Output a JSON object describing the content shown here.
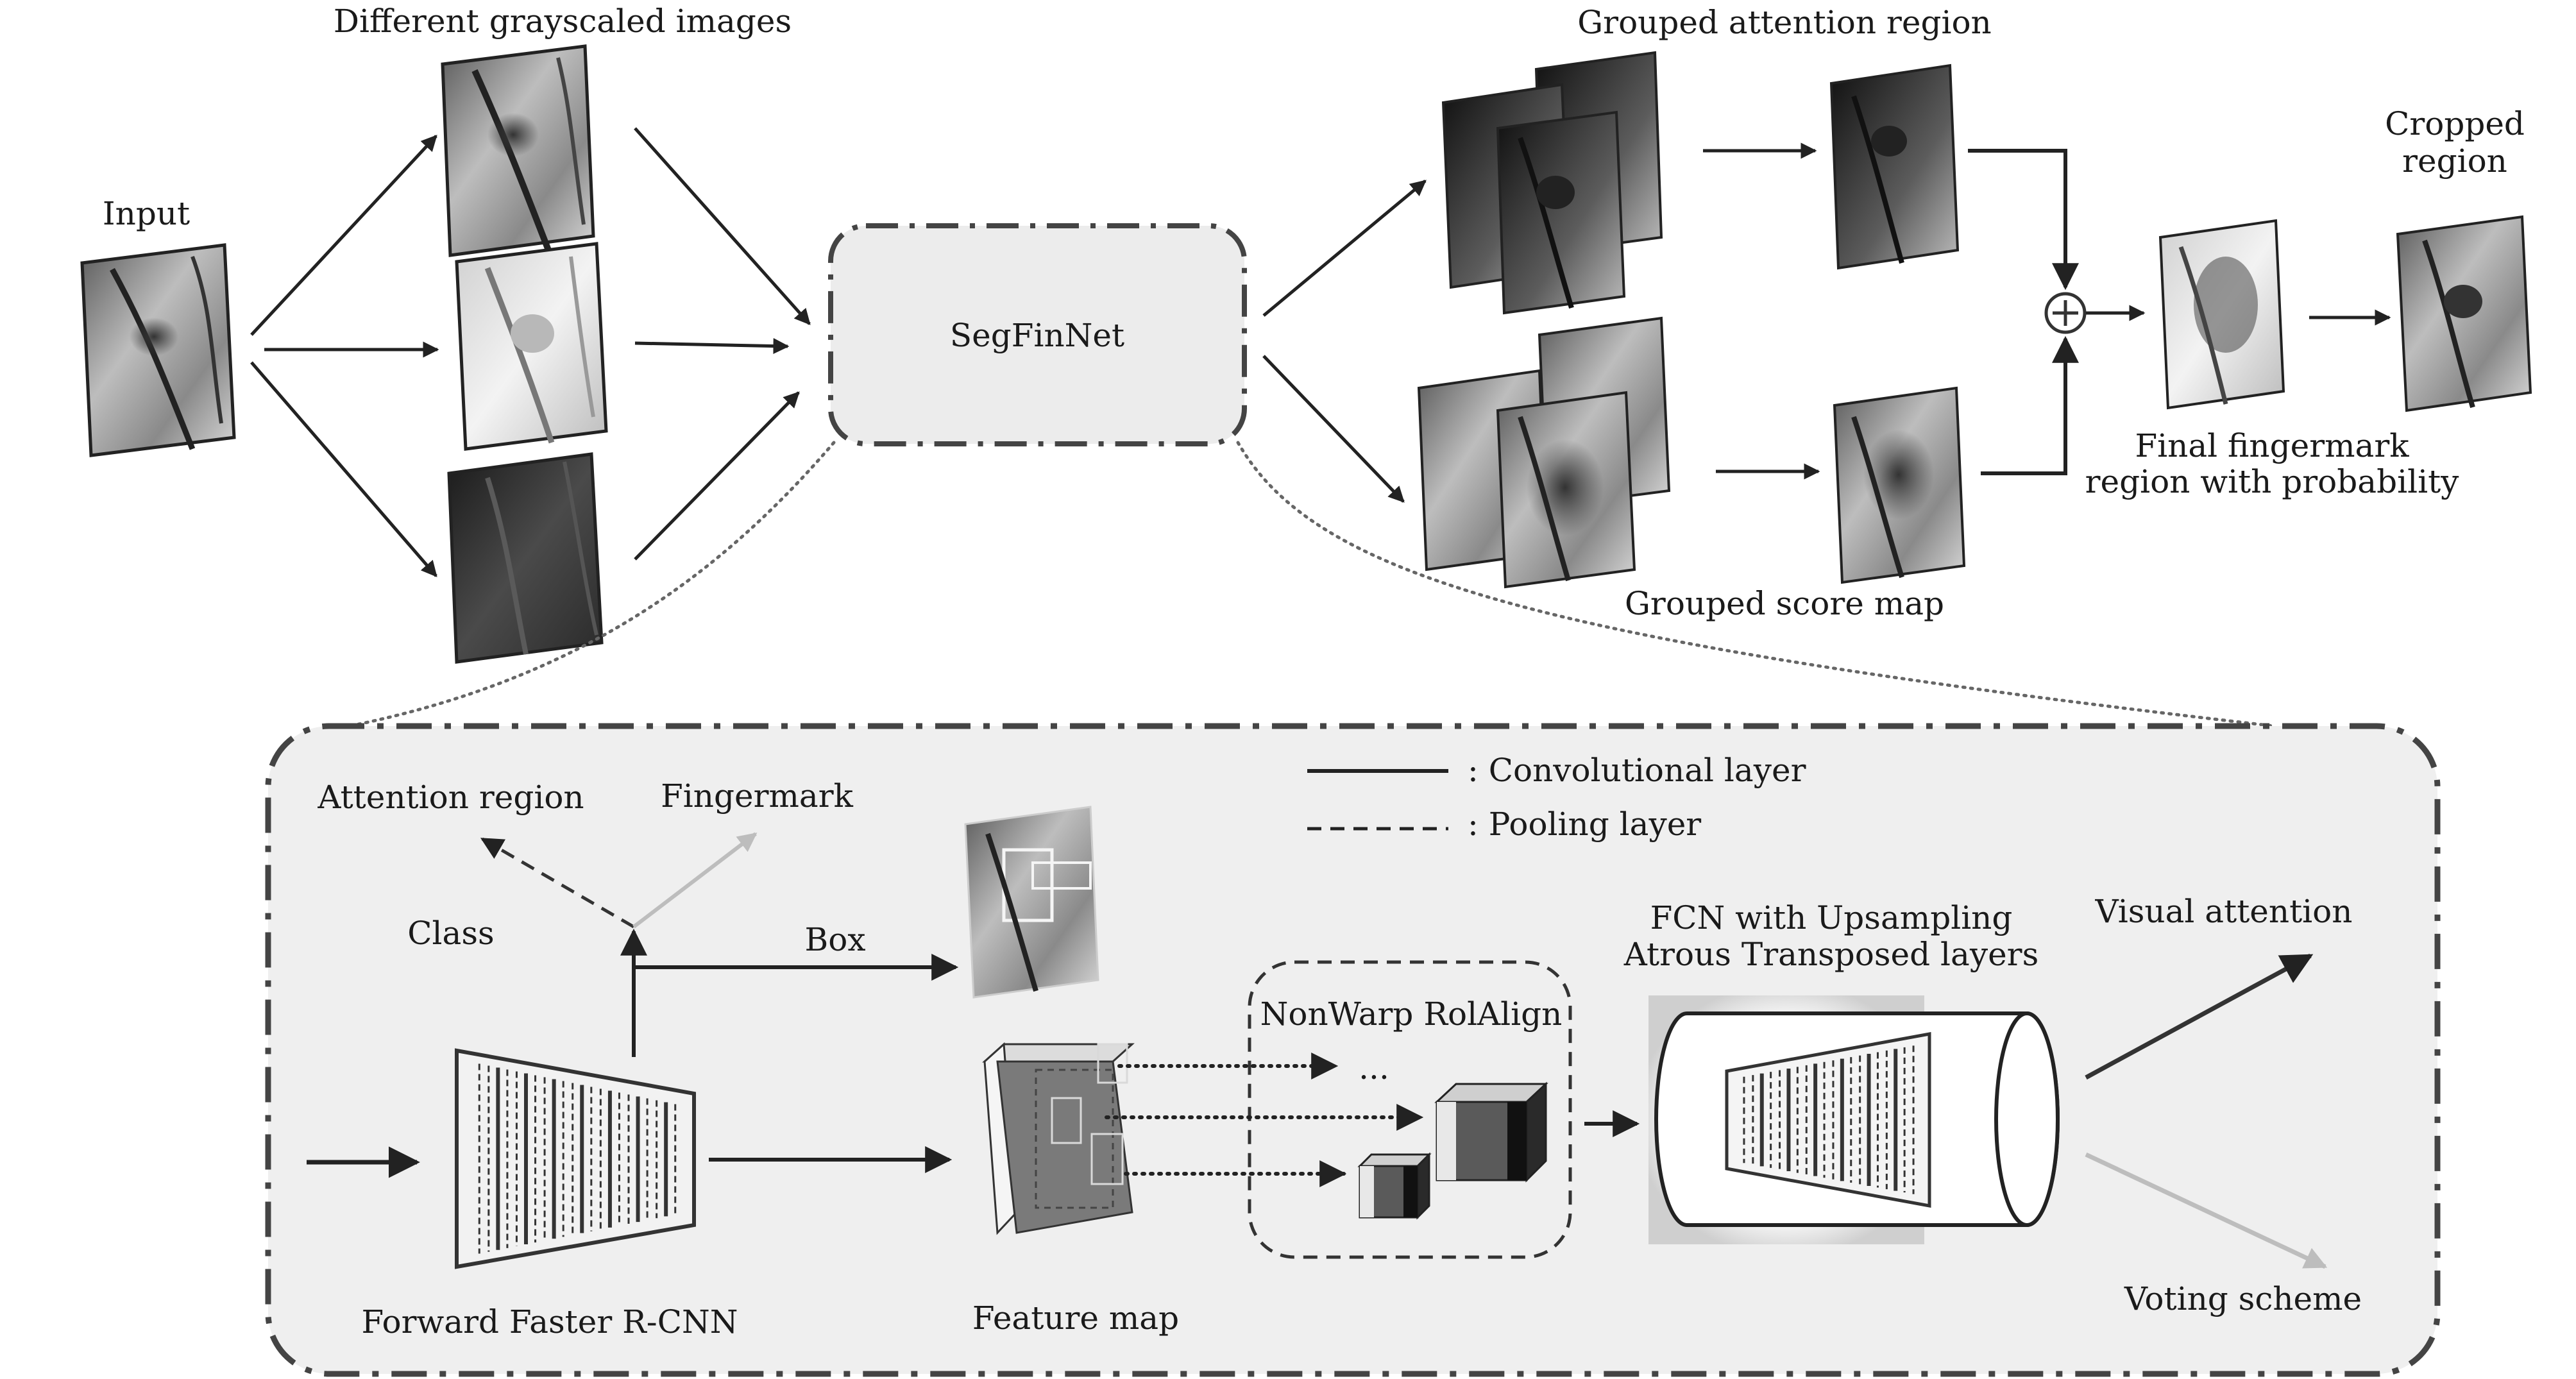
{
  "top": {
    "input_label": "Input",
    "grayscale_label": "Different grayscaled images",
    "center_label": "SegFinNet",
    "attention_group_label": "Grouped attention region",
    "score_group_label": "Grouped score map",
    "cropped_label": [
      "Cropped",
      "region"
    ],
    "final_label": [
      "Final fingermark",
      "region with probability"
    ]
  },
  "detail": {
    "attention_region": "Attention region",
    "fingermark": "Fingermark",
    "class": "Class",
    "box": "Box",
    "faster_rcnn": "Forward Faster R-CNN",
    "feature_map": "Feature map",
    "roialign": "NonWarp RolAlign",
    "ellipsis": "...",
    "fcn": [
      "FCN with Upsampling",
      "Atrous Transposed layers"
    ],
    "visual_attention": "Visual attention",
    "voting": "Voting scheme",
    "legend": {
      "conv": ": Convolutional layer",
      "pool": ": Pooling layer"
    }
  },
  "colors": {
    "panel_fill": "#efefef",
    "center_fill": "#ececec",
    "line": "#222222",
    "light_arrow": "#bdbdbd",
    "feature_fill": "#7a7a7a"
  }
}
